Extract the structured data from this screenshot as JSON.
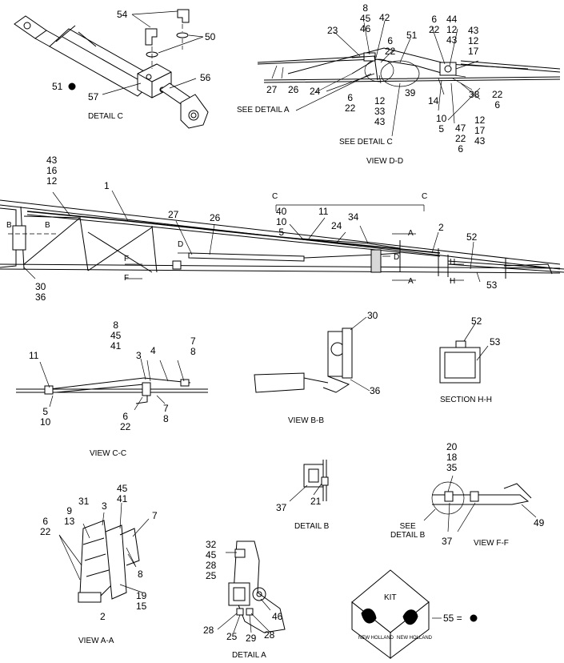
{
  "captions": {
    "detail_c": "DETAIL C",
    "view_dd": "VIEW D-D",
    "see_detail_a": "SEE DETAIL A",
    "see_detail_c": "SEE DETAIL C",
    "view_cc": "VIEW C-C",
    "view_bb": "VIEW B-B",
    "section_hh": "SECTION H-H",
    "detail_b": "DETAIL B",
    "see_detail_b": "SEE\nDETAIL B",
    "view_ff": "VIEW F-F",
    "view_aa": "VIEW A-A",
    "detail_a": "DETAIL A",
    "kit_label": "KIT",
    "brand_text": "NEW HOLLAND",
    "kit_legend": "55 ="
  },
  "section_marks": {
    "c_left": "C",
    "c_right": "C",
    "b_left": "B",
    "b_right": "B",
    "a_top": "A",
    "a_bottom": "A",
    "d_left": "D",
    "d_right": "D",
    "f_top": "F",
    "f_bottom": "F",
    "h_top": "H",
    "h_bottom": "H"
  },
  "callouts": [
    {
      "text": "54"
    },
    {
      "text": "50"
    },
    {
      "text": "51"
    },
    {
      "text": "56"
    },
    {
      "text": "57"
    },
    {
      "text": "8\n45\n46"
    },
    {
      "text": "42"
    },
    {
      "text": "23"
    },
    {
      "text": "6\n22"
    },
    {
      "text": "51"
    },
    {
      "text": "6\n22"
    },
    {
      "text": "44\n12\n43"
    },
    {
      "text": "43\n12\n17"
    },
    {
      "text": "27"
    },
    {
      "text": "26"
    },
    {
      "text": "24"
    },
    {
      "text": "6\n22"
    },
    {
      "text": "12\n33\n43"
    },
    {
      "text": "39"
    },
    {
      "text": "14"
    },
    {
      "text": "38"
    },
    {
      "text": "22\n6"
    },
    {
      "text": "10\n5"
    },
    {
      "text": "47\n22\n6"
    },
    {
      "text": "12\n17\n43"
    },
    {
      "text": "43\n16\n12"
    },
    {
      "text": "1"
    },
    {
      "text": "27"
    },
    {
      "text": "26"
    },
    {
      "text": "40\n10\n5"
    },
    {
      "text": "11"
    },
    {
      "text": "24"
    },
    {
      "text": "34"
    },
    {
      "text": "2"
    },
    {
      "text": "52"
    },
    {
      "text": "53"
    },
    {
      "text": "30\n36"
    },
    {
      "text": "8\n45\n41"
    },
    {
      "text": "11"
    },
    {
      "text": "3"
    },
    {
      "text": "4"
    },
    {
      "text": "7\n8"
    },
    {
      "text": "5\n10"
    },
    {
      "text": "6\n22"
    },
    {
      "text": "7\n8"
    },
    {
      "text": "30"
    },
    {
      "text": "36"
    },
    {
      "text": "52"
    },
    {
      "text": "53"
    },
    {
      "text": "20\n18\n35"
    },
    {
      "text": "49"
    },
    {
      "text": "37"
    },
    {
      "text": "37"
    },
    {
      "text": "21"
    },
    {
      "text": "31"
    },
    {
      "text": "9\n13"
    },
    {
      "text": "3"
    },
    {
      "text": "45\n41"
    },
    {
      "text": "7"
    },
    {
      "text": "6\n22"
    },
    {
      "text": "8"
    },
    {
      "text": "19\n15"
    },
    {
      "text": "2"
    },
    {
      "text": "32\n45\n28\n25"
    },
    {
      "text": "46"
    },
    {
      "text": "28"
    },
    {
      "text": "25"
    },
    {
      "text": "29"
    },
    {
      "text": "28"
    }
  ]
}
